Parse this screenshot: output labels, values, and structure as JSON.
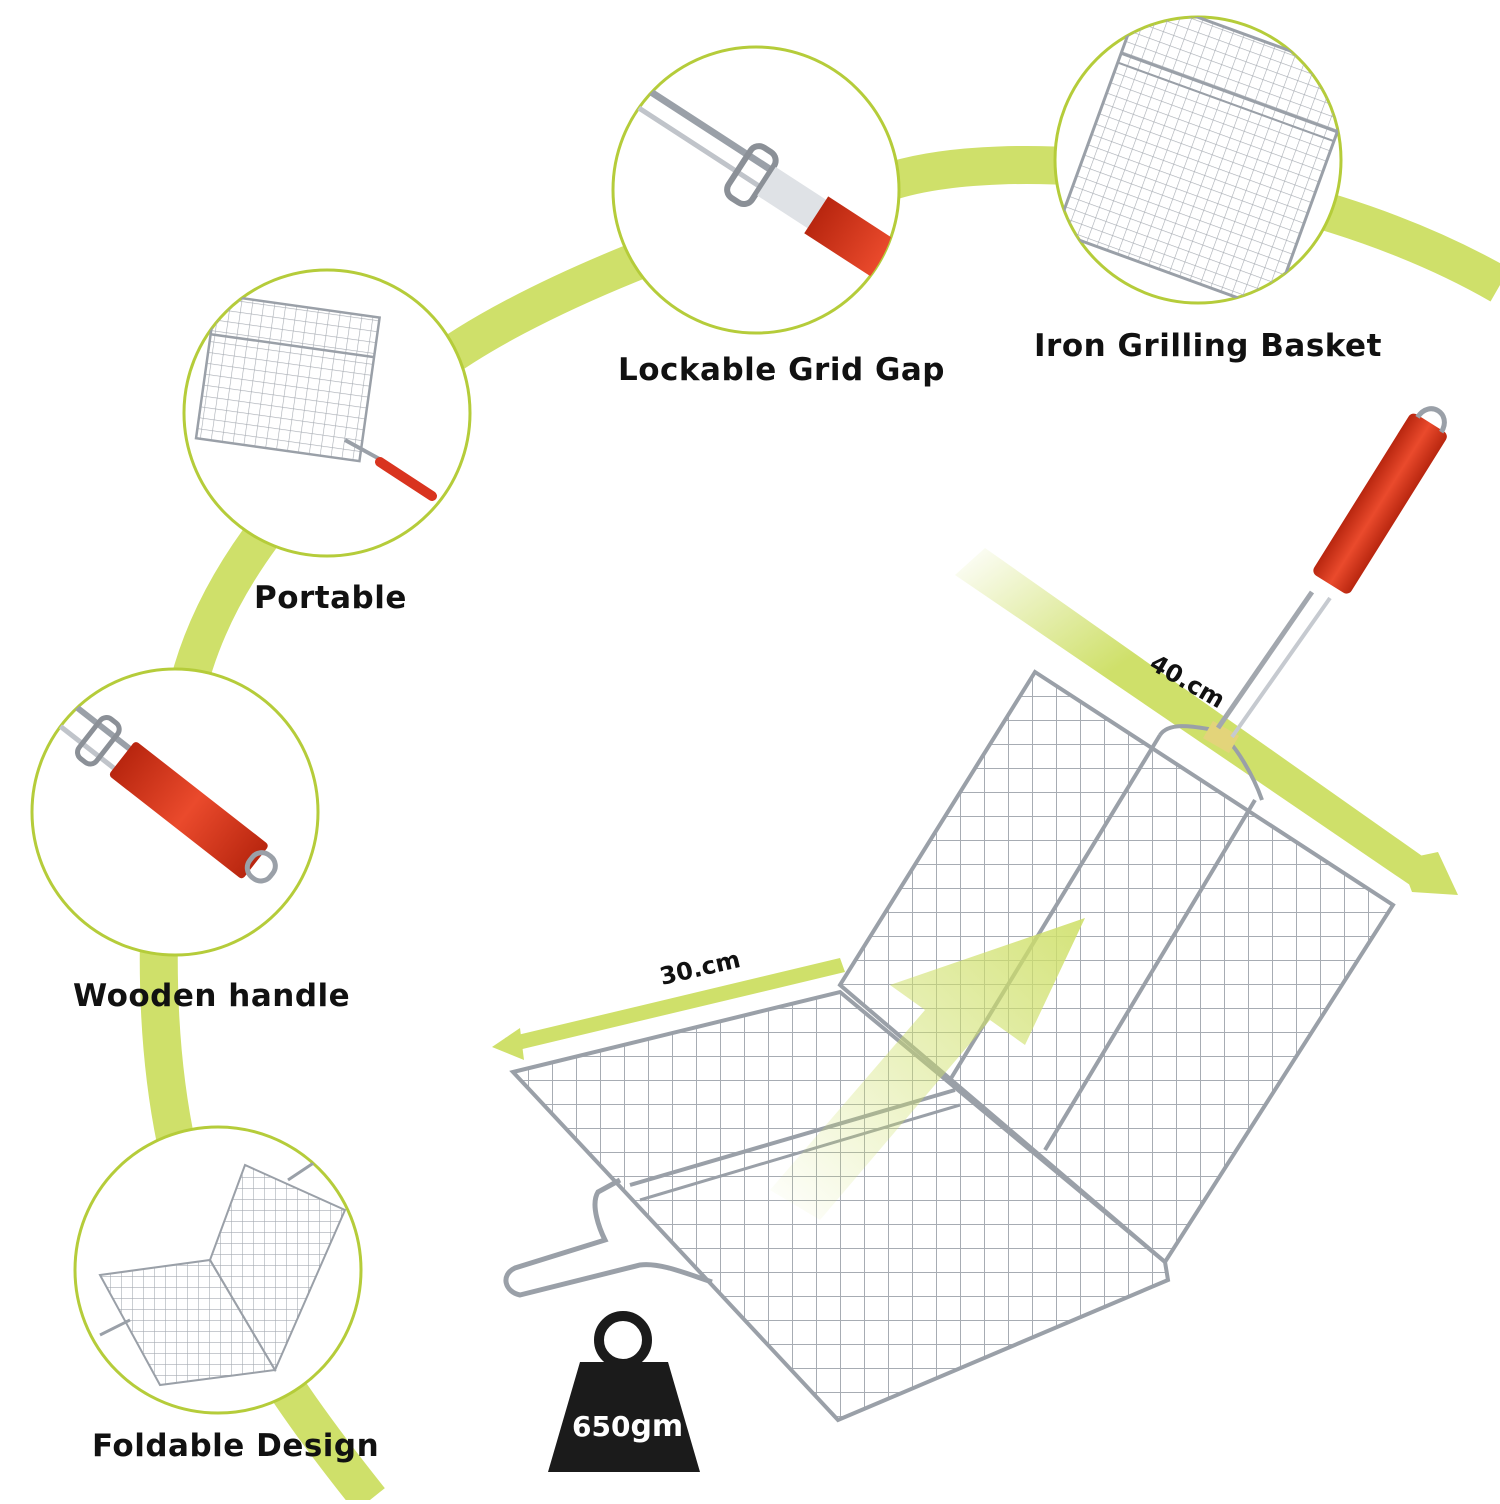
{
  "colors": {
    "accent_green": "#cfe06a",
    "circle_border": "#b5cc3a",
    "handle_red": "#d9341f",
    "wire_silver": "#9aa0a8",
    "weight_black": "#1b1b1b"
  },
  "features": [
    {
      "label": "Iron Grilling Basket",
      "icon": "grill-basket-closeup"
    },
    {
      "label": "Lockable Grid Gap",
      "icon": "lock-clip-closeup"
    },
    {
      "label": "Portable",
      "icon": "grill-basket-with-handle"
    },
    {
      "label": "Wooden handle",
      "icon": "wooden-handle-closeup"
    },
    {
      "label": "Foldable Design",
      "icon": "folded-basket"
    }
  ],
  "dimensions": {
    "length": "40.cm",
    "width": "30.cm"
  },
  "weight": {
    "value": "650",
    "unit": "gm",
    "icon": "weight-icon"
  }
}
